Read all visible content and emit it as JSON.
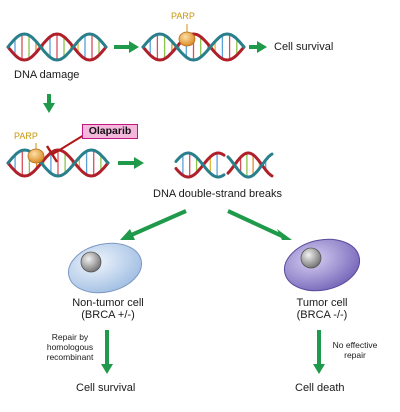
{
  "labels": {
    "dna_damage": "DNA damage",
    "cell_survival_top": "Cell survival",
    "parp_top": "PARP",
    "parp_left": "PARP",
    "olaparib": "Olaparib",
    "dsb": "DNA double-strand breaks",
    "non_tumor_cell": [
      "Non-tumor cell",
      "(BRCA +/-)"
    ],
    "tumor_cell": [
      "Tumor cell",
      "(BRCA -/-)"
    ],
    "repair_note": [
      "Repair by",
      "homologous",
      "recombinant"
    ],
    "no_repair_note": [
      "No effective",
      "repair"
    ],
    "cell_survival_bottom": "Cell survival",
    "cell_death": "Cell death"
  },
  "icons": {
    "dna": "dna-helix-icon",
    "parp": "parp-enzyme-icon",
    "inhibition": "inhibition-bar-icon",
    "cell": "cell-icon",
    "arrow": "arrow-icon"
  },
  "colors": {
    "arrow": "#1f9a4a",
    "strand_red": "#b0202a",
    "strand_teal": "#2a7f8c",
    "rungs": [
      "#e2b52e",
      "#5aa0d8",
      "#d94e5c",
      "#8ac24a",
      "#e58b2a"
    ],
    "parp": "#f0a830",
    "inhibition": "#b01818",
    "drug_fill": "#f4b8dc",
    "drug_border": "#c2167f",
    "non_tumor_cell": "#c8daf0",
    "tumor_cell": "#a79ad6"
  }
}
